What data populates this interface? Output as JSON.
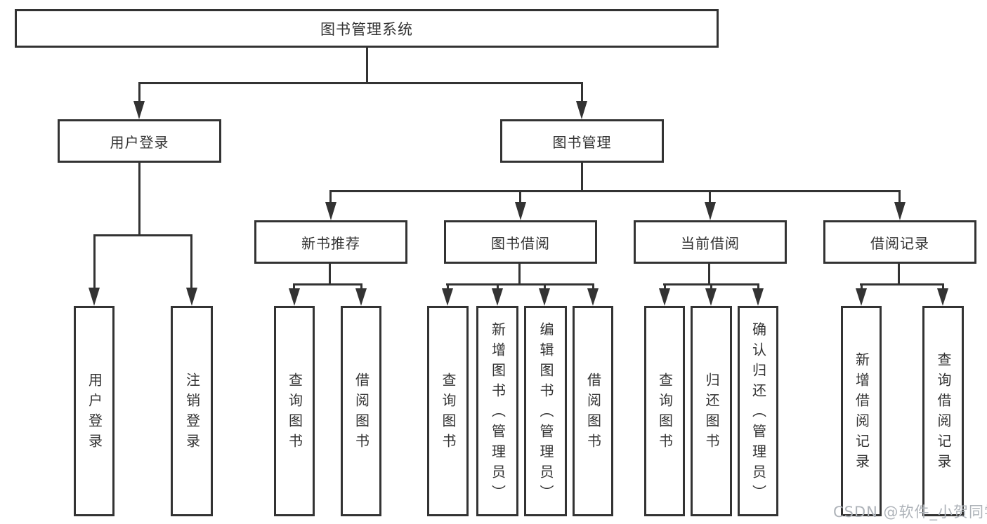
{
  "diagram": {
    "root": {
      "label": "图书管理系统"
    },
    "branches": [
      {
        "label": "用户登录",
        "children": [
          {
            "label": "用户登录"
          },
          {
            "label": "注销登录"
          }
        ]
      },
      {
        "label": "图书管理",
        "children": [
          {
            "label": "新书推荐",
            "children": [
              {
                "label": "查询图书"
              },
              {
                "label": "借阅图书"
              }
            ]
          },
          {
            "label": "图书借阅",
            "children": [
              {
                "label": "查询图书"
              },
              {
                "label": "新增图书（管理员）"
              },
              {
                "label": "编辑图书（管理员）"
              },
              {
                "label": "借阅图书"
              }
            ]
          },
          {
            "label": "当前借阅",
            "children": [
              {
                "label": "查询图书"
              },
              {
                "label": "归还图书"
              },
              {
                "label": "确认归还（管理员）"
              }
            ]
          },
          {
            "label": "借阅记录",
            "children": [
              {
                "label": "新增借阅记录"
              },
              {
                "label": "查询借阅记录"
              }
            ]
          }
        ]
      }
    ]
  },
  "watermark": {
    "text": "CSDN @软件_小贺同学"
  },
  "colors": {
    "line": "#333333",
    "text": "#333333",
    "box_background": "#ffffff",
    "watermark": "#aeb3b9"
  }
}
